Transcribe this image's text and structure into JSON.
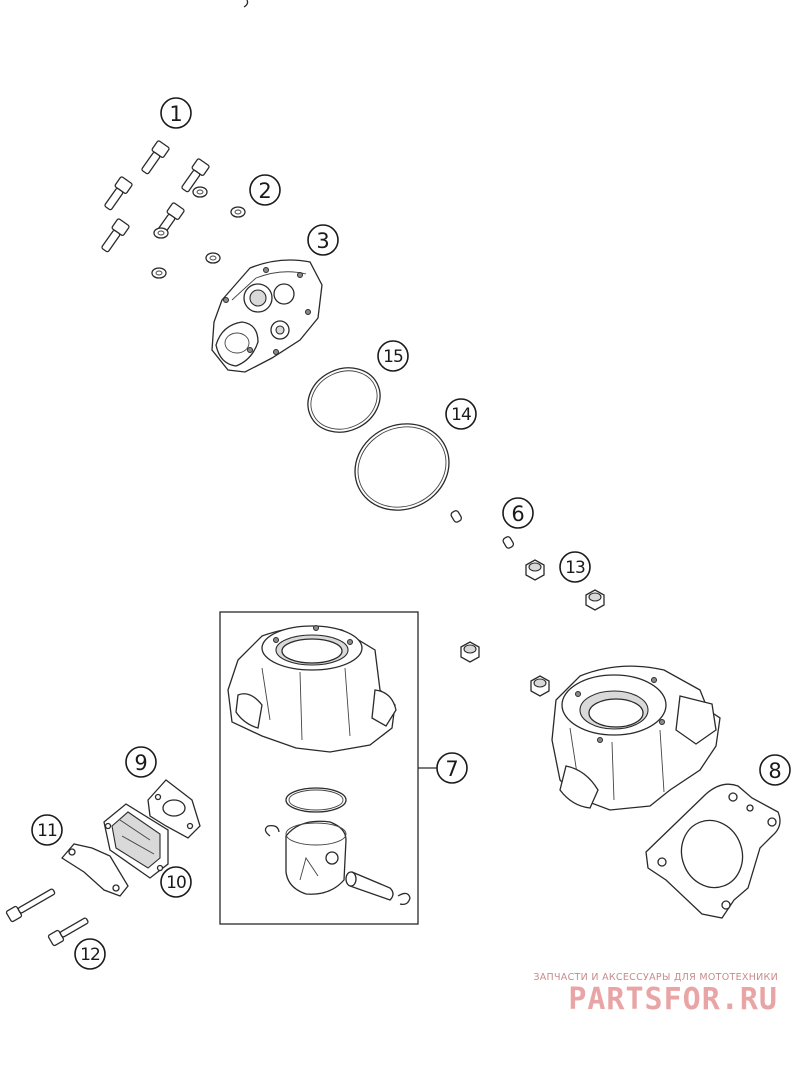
{
  "callouts": [
    {
      "id": "c1",
      "label": "1"
    },
    {
      "id": "c2",
      "label": "2"
    },
    {
      "id": "c3",
      "label": "3"
    },
    {
      "id": "c6",
      "label": "6"
    },
    {
      "id": "c7",
      "label": "7"
    },
    {
      "id": "c8",
      "label": "8"
    },
    {
      "id": "c9",
      "label": "9"
    },
    {
      "id": "c10",
      "label": "10"
    },
    {
      "id": "c11",
      "label": "11"
    },
    {
      "id": "c12",
      "label": "12"
    },
    {
      "id": "c13",
      "label": "13"
    },
    {
      "id": "c14",
      "label": "14"
    },
    {
      "id": "c15",
      "label": "15"
    }
  ],
  "watermark": {
    "subtitle": "ЗАПЧАСТИ И АКСЕССУАРЫ ДЛЯ МОТОТЕХНИКИ",
    "brand": "PARTSFOR.RU"
  }
}
